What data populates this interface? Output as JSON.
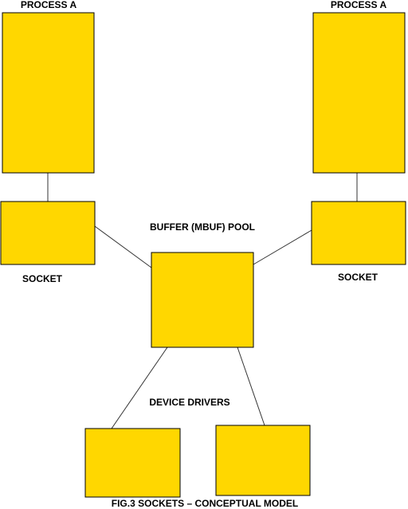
{
  "colors": {
    "box_fill": "#FFD700",
    "box_stroke": "#000000",
    "line": "#333333",
    "text": "#000000",
    "background": "#FFFFFF"
  },
  "labels": {
    "process_left": "PROCESS A",
    "process_right": "PROCESS A",
    "socket_left": "SOCKET",
    "socket_right": "SOCKET",
    "buffer_pool": "BUFFER (MBUF) POOL",
    "device_drivers": "DEVICE DRIVERS",
    "caption": "FIG.3 SOCKETS – CONCEPTUAL MODEL"
  }
}
